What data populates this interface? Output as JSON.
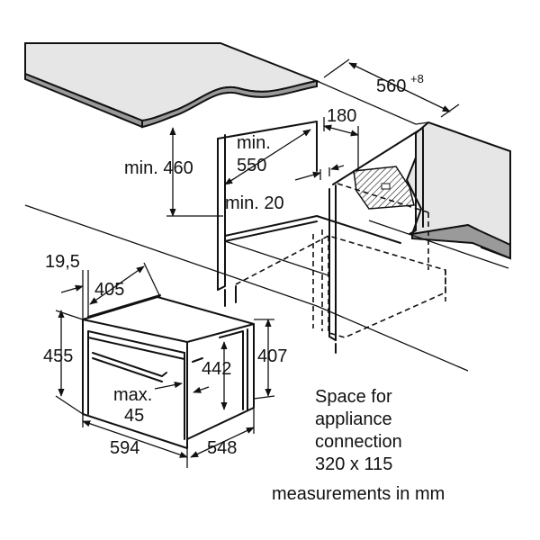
{
  "dimensions": {
    "depth": "560",
    "depth_tolerance": "+8",
    "width_180": "180",
    "min_550_a": "min.",
    "min_550_b": "550",
    "min_460": "min. 460",
    "min_20": "min. 20",
    "d_19_5": "19,5",
    "d_405": "405",
    "d_455": "455",
    "d_442": "442",
    "d_407": "407",
    "max_a": "max.",
    "max_b": "45",
    "d_594": "594",
    "d_548": "548"
  },
  "notes": {
    "space_line1": "Space for",
    "space_line2": "appliance",
    "space_line3": "connection",
    "space_line4": "320 x 115",
    "units": "measurements in mm"
  }
}
